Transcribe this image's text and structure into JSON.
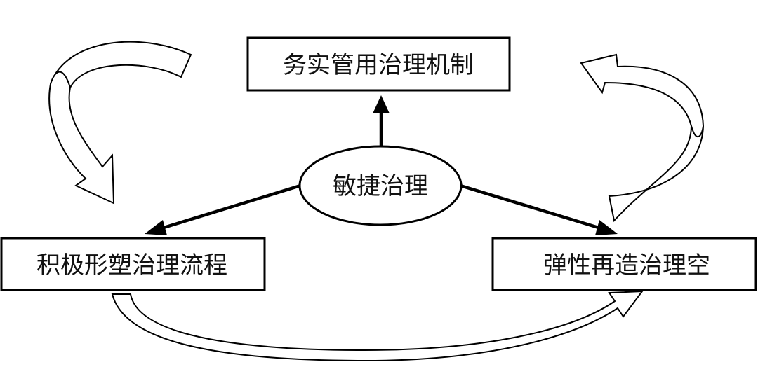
{
  "diagram": {
    "center": {
      "label": "敏捷治理"
    },
    "top": {
      "label": "务实管用治理机制"
    },
    "left": {
      "label": "积极形塑治理流程"
    },
    "right": {
      "label": "弹性再造治理空"
    }
  },
  "colors": {
    "stroke": "#000000",
    "fill": "#ffffff",
    "text": "#111111"
  }
}
